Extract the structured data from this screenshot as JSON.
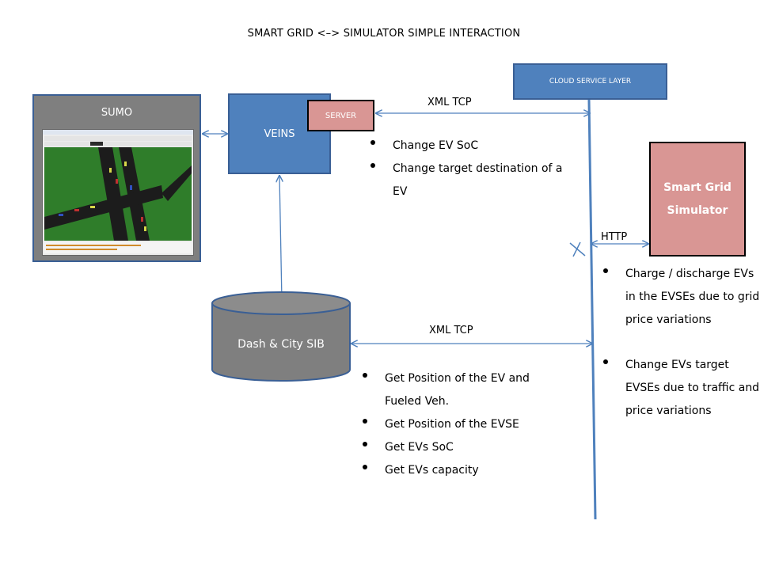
{
  "title": "SMART GRID <–> SIMULATOR SIMPLE INTERACTION",
  "nodes": {
    "sumo": "SUMO",
    "veins": "VEINS",
    "server": "SERVER",
    "cloud": "CLOUD SERVICE LAYER",
    "smart_grid_line1": "Smart Grid",
    "smart_grid_line2": "Simulator",
    "database": "Dash & City SIB"
  },
  "links": {
    "server_cloud": "XML TCP",
    "sib_cloud": "XML TCP",
    "cloud_smartgrid": "HTTP"
  },
  "veins_actions": [
    "Change EV SoC",
    "Change target destination of a EV"
  ],
  "sib_actions": [
    "Get Position of the EV and Fueled Veh.",
    "Get Position of the EVSE",
    "Get EVs SoC",
    "Get EVs capacity"
  ],
  "smart_grid_actions_1": [
    "Charge / discharge EVs in the EVSEs due to grid price variations"
  ],
  "smart_grid_actions_2": [
    "Change EVs target EVSEs due to traffic and price variations"
  ],
  "colors": {
    "blue_box": "#4f81bd",
    "blue_border": "#3a5f95",
    "pink_box": "#d99694",
    "gray_box": "#7f7f7f",
    "arrow": "#4f81bd"
  }
}
